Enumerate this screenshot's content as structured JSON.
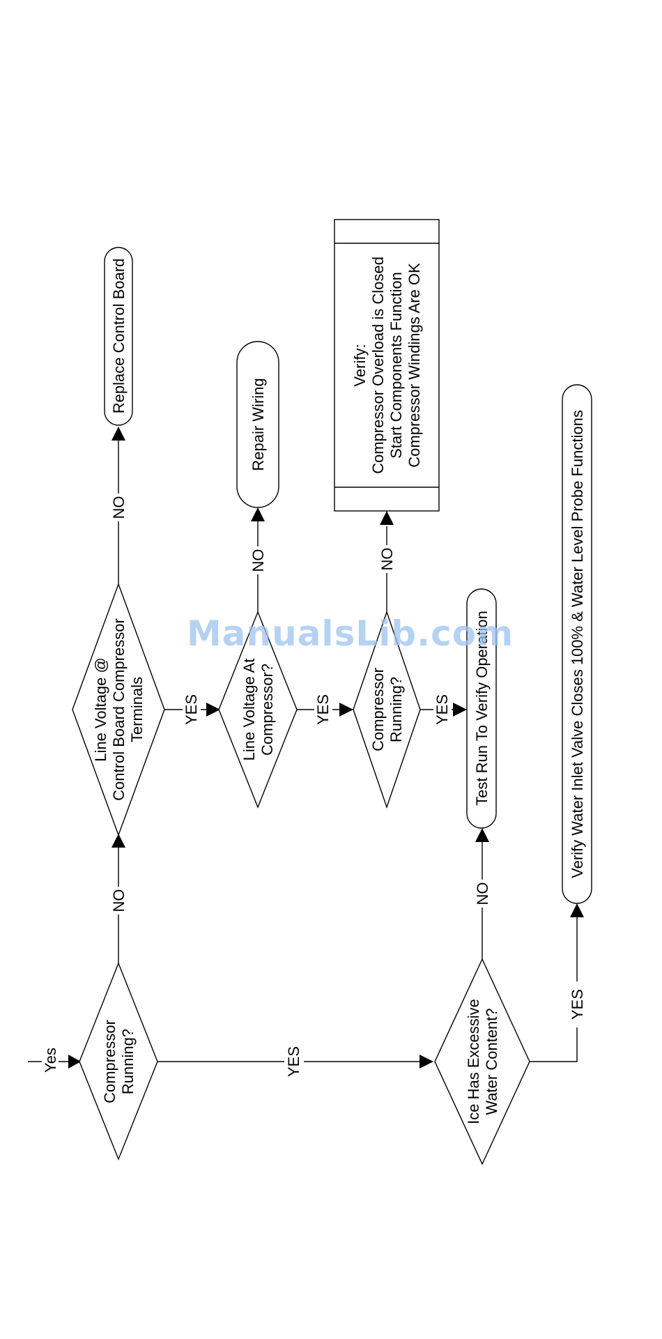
{
  "nodes": {
    "compressor_running_1": [
      "Compressor",
      "Running?"
    ],
    "line_voltage_control_board": [
      "Line Voltage @",
      "Control Board Compressor",
      "Terminals"
    ],
    "replace_control_board": [
      "Replace Control Board"
    ],
    "line_voltage_at_compressor": [
      "Line Voltage At",
      "Compressor?"
    ],
    "repair_wiring": [
      "Repair Wiring"
    ],
    "compressor_running_2": [
      "Compressor",
      "Running?"
    ],
    "verify_box": [
      "Verify:",
      "Compressor Overload is Closed",
      "Start Components Function",
      "Compressor Windings Are OK"
    ],
    "test_run": [
      "Test Run To Verify Operation"
    ],
    "ice_excessive_water": [
      "Ice Has Excessive",
      "Water Content?"
    ],
    "verify_water_inlet": [
      "Verify Water Inlet Valve Closes 100% & Water Level Probe Functions"
    ]
  },
  "edge_labels": {
    "entry_yes": "Yes",
    "cr1_no": "NO",
    "cr1_yes": "YES",
    "lv_no": "NO",
    "lv_yes": "YES",
    "lva_no": "NO",
    "lva_yes": "YES",
    "cr2_no": "NO",
    "cr2_yes": "YES",
    "ice_no": "NO",
    "ice_yes": "YES"
  },
  "watermark": "ManualsLib.com"
}
